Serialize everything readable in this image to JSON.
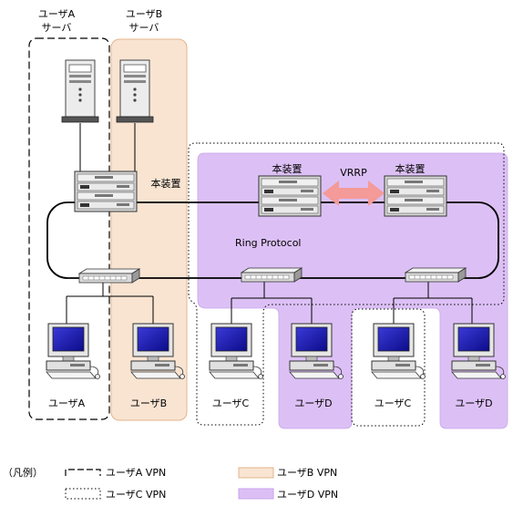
{
  "diagram": {
    "server_a_label_1": "ユーザA",
    "server_a_label_2": "サーバ",
    "server_b_label_1": "ユーザB",
    "server_b_label_2": "サーバ",
    "core_device_label": "本装置",
    "device_left_label": "本装置",
    "device_right_label": "本装置",
    "vrrp_label": "VRRP",
    "ring_label": "Ring Protocol",
    "user_labels": [
      "ユーザA",
      "ユーザB",
      "ユーザC",
      "ユーザD",
      "ユーザC",
      "ユーザD"
    ]
  },
  "legend": {
    "title": "（凡例）",
    "items": [
      {
        "label": "ユーザA VPN",
        "style": "dashed"
      },
      {
        "label": "ユーザB VPN",
        "style": "fill-orange"
      },
      {
        "label": "ユーザC VPN",
        "style": "dotted"
      },
      {
        "label": "ユーザD VPN",
        "style": "fill-purple"
      }
    ]
  },
  "colors": {
    "user_b_zone": "#f9e4d2",
    "user_b_border": "#e2b48c",
    "user_d_zone": "#dcc0f5",
    "vrrp_arrow": "#f49a98",
    "screen_blue": "#1a1aa8"
  }
}
